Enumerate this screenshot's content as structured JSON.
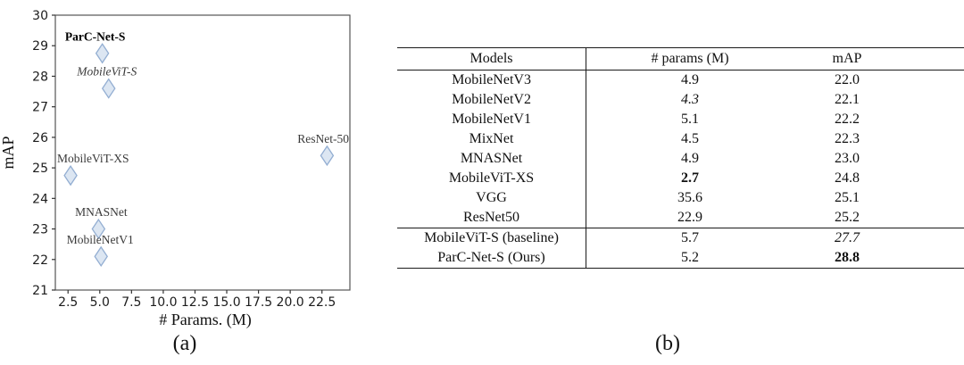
{
  "figure": {
    "caption_a": "(a)",
    "caption_b": "(b)"
  },
  "chart_data": {
    "type": "scatter",
    "title": "",
    "xlabel": "# Params. (M)",
    "ylabel": "mAP",
    "xlim": [
      1.5,
      24.7
    ],
    "ylim": [
      21,
      30
    ],
    "grid": false,
    "legend": "none",
    "x_tick_labels": [
      "2.5",
      "5.0",
      "7.5",
      "10.0",
      "12.5",
      "15.0",
      "17.5",
      "20.0",
      "22.5"
    ],
    "y_tick_labels": [
      "21",
      "22",
      "23",
      "24",
      "25",
      "26",
      "27",
      "28",
      "29",
      "30"
    ],
    "marker": {
      "shape": "diamond",
      "fill": "#dce6f2",
      "stroke": "#93aed2"
    },
    "points": [
      {
        "label": "ParC-Net-S",
        "x": 5.2,
        "y": 28.75,
        "style": "bold",
        "dx": -8
      },
      {
        "label": "MobileViT-S",
        "x": 5.7,
        "y": 27.6,
        "style": "italic",
        "dx": -2
      },
      {
        "label": "MobileViT-XS",
        "x": 2.7,
        "y": 24.75,
        "style": "normal",
        "anchor": "start"
      },
      {
        "label": "MNASNet",
        "x": 4.9,
        "y": 23.0,
        "style": "normal",
        "dx": 3
      },
      {
        "label": "MobileNetV1",
        "x": 5.1,
        "y": 22.1,
        "style": "normal",
        "dx": -1
      },
      {
        "label": "ResNet-50",
        "x": 22.9,
        "y": 25.4,
        "style": "normal",
        "anchor": "end"
      }
    ]
  },
  "table": {
    "headers": [
      "Models",
      "# params (M)",
      "mAP"
    ],
    "rows": [
      {
        "model": "MobileNetV3",
        "params": "4.9",
        "map": "22.0"
      },
      {
        "model": "MobileNetV2",
        "params": "4.3",
        "map": "22.1",
        "params_style": "italic"
      },
      {
        "model": "MobileNetV1",
        "params": "5.1",
        "map": "22.2"
      },
      {
        "model": "MixNet",
        "params": "4.5",
        "map": "22.3"
      },
      {
        "model": "MNASNet",
        "params": "4.9",
        "map": "23.0"
      },
      {
        "model": "MobileViT-XS",
        "params": "2.7",
        "map": "24.8",
        "params_style": "bold"
      },
      {
        "model": "VGG",
        "params": "35.6",
        "map": "25.1"
      },
      {
        "model": "ResNet50",
        "params": "22.9",
        "map": "25.2"
      }
    ],
    "result_rows": [
      {
        "model": "MobileViT-S (baseline)",
        "params": "5.7",
        "map": "27.7",
        "map_style": "italic"
      },
      {
        "model": "ParC-Net-S (Ours)",
        "params": "5.2",
        "map": "28.8",
        "map_style": "bold"
      }
    ]
  }
}
